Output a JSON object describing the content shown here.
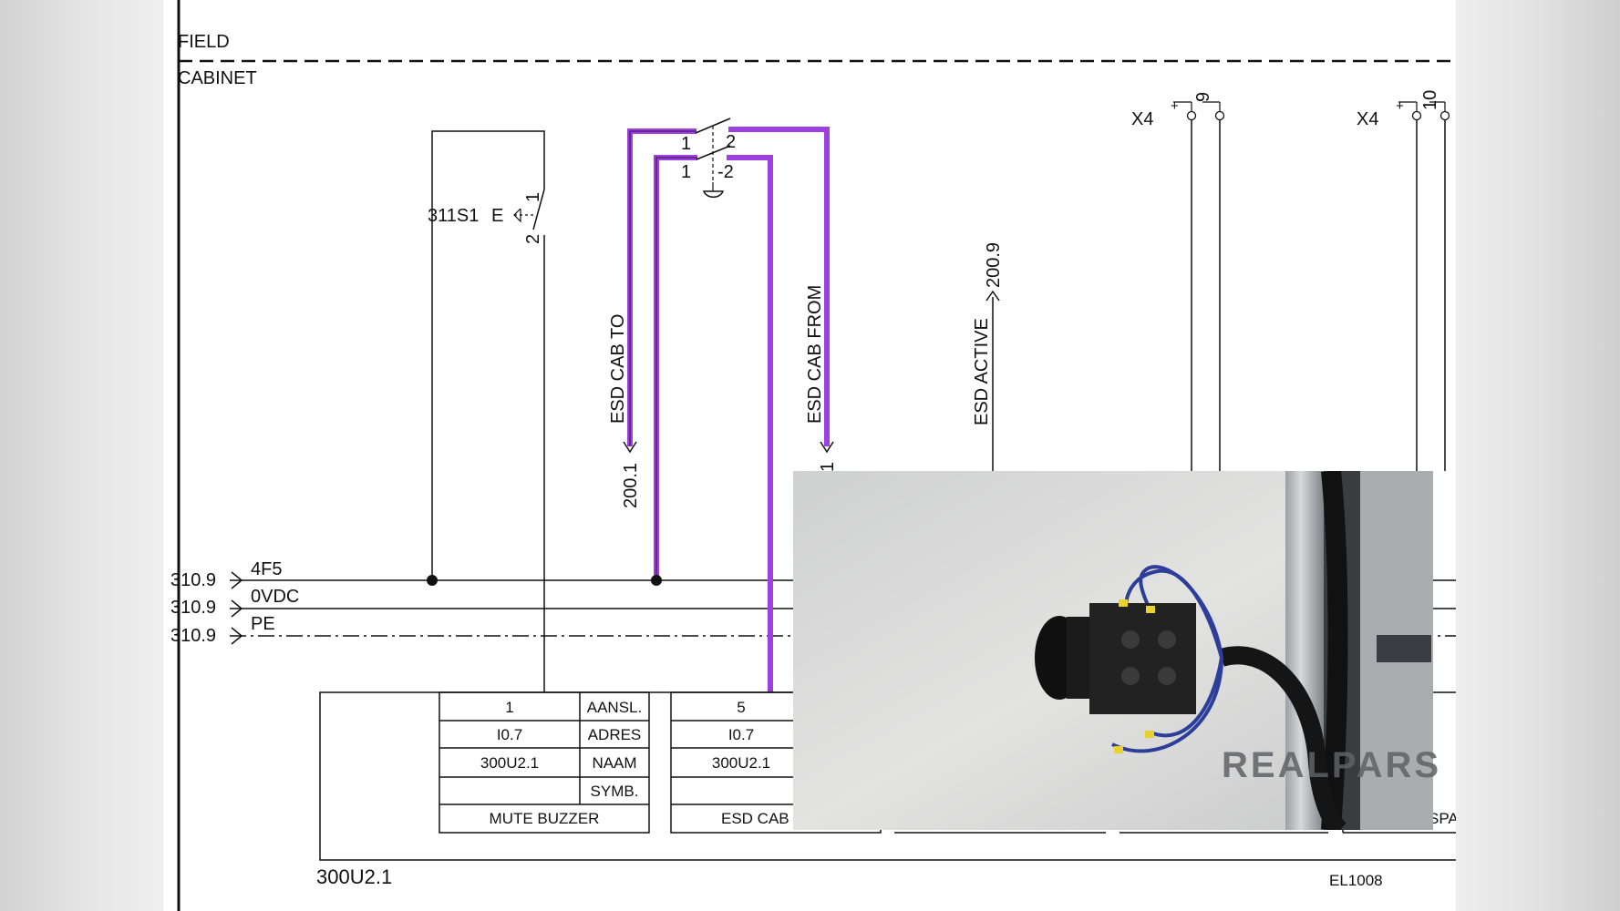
{
  "zones": {
    "field": "FIELD",
    "cabinet": "CABINET"
  },
  "terminals": {
    "x4_left": {
      "label": "X4",
      "plus": "+",
      "number": "9"
    },
    "x4_right": {
      "label": "X4",
      "plus": "+",
      "number": "10"
    }
  },
  "switch_311s1": {
    "tag": "311S1",
    "e": "E",
    "pin1": "1",
    "pin2": "2"
  },
  "estop_contacts": {
    "upper_left": "1",
    "upper_right": "2",
    "lower_left": "1",
    "lower_right": "-2"
  },
  "signals": {
    "esd_cab_to": "ESD CAB TO",
    "esd_cab_to_ref": "200.1",
    "esd_cab_from": "ESD CAB FROM",
    "esd_cab_from_ref": "1",
    "esd_active": "ESD ACTIVE",
    "esd_active_ref": "200.9"
  },
  "rails": [
    {
      "ref": "310.9",
      "name": "4F5"
    },
    {
      "ref": "310.9",
      "name": "0VDC"
    },
    {
      "ref": "310.9",
      "name": "PE"
    }
  ],
  "io_table": {
    "field_names": [
      "AANSL.",
      "ADRES",
      "NAAM",
      "SYMB."
    ],
    "columns": [
      {
        "aansl": "1",
        "adres": "I0.7",
        "naam": "300U2.1",
        "symb": "",
        "description": "MUTE BUZZER"
      },
      {
        "aansl": "5",
        "adres": "I0.7",
        "naam": "300U2.1",
        "symb": "",
        "description": "ESD CAB"
      }
    ],
    "partial_right_text": "SPA"
  },
  "footer": {
    "module": "300U2.1",
    "drawing_number": "EL1008"
  },
  "logo": "REALPARS",
  "colors": {
    "highlight": "#9e3fe0",
    "line": "#111111"
  }
}
